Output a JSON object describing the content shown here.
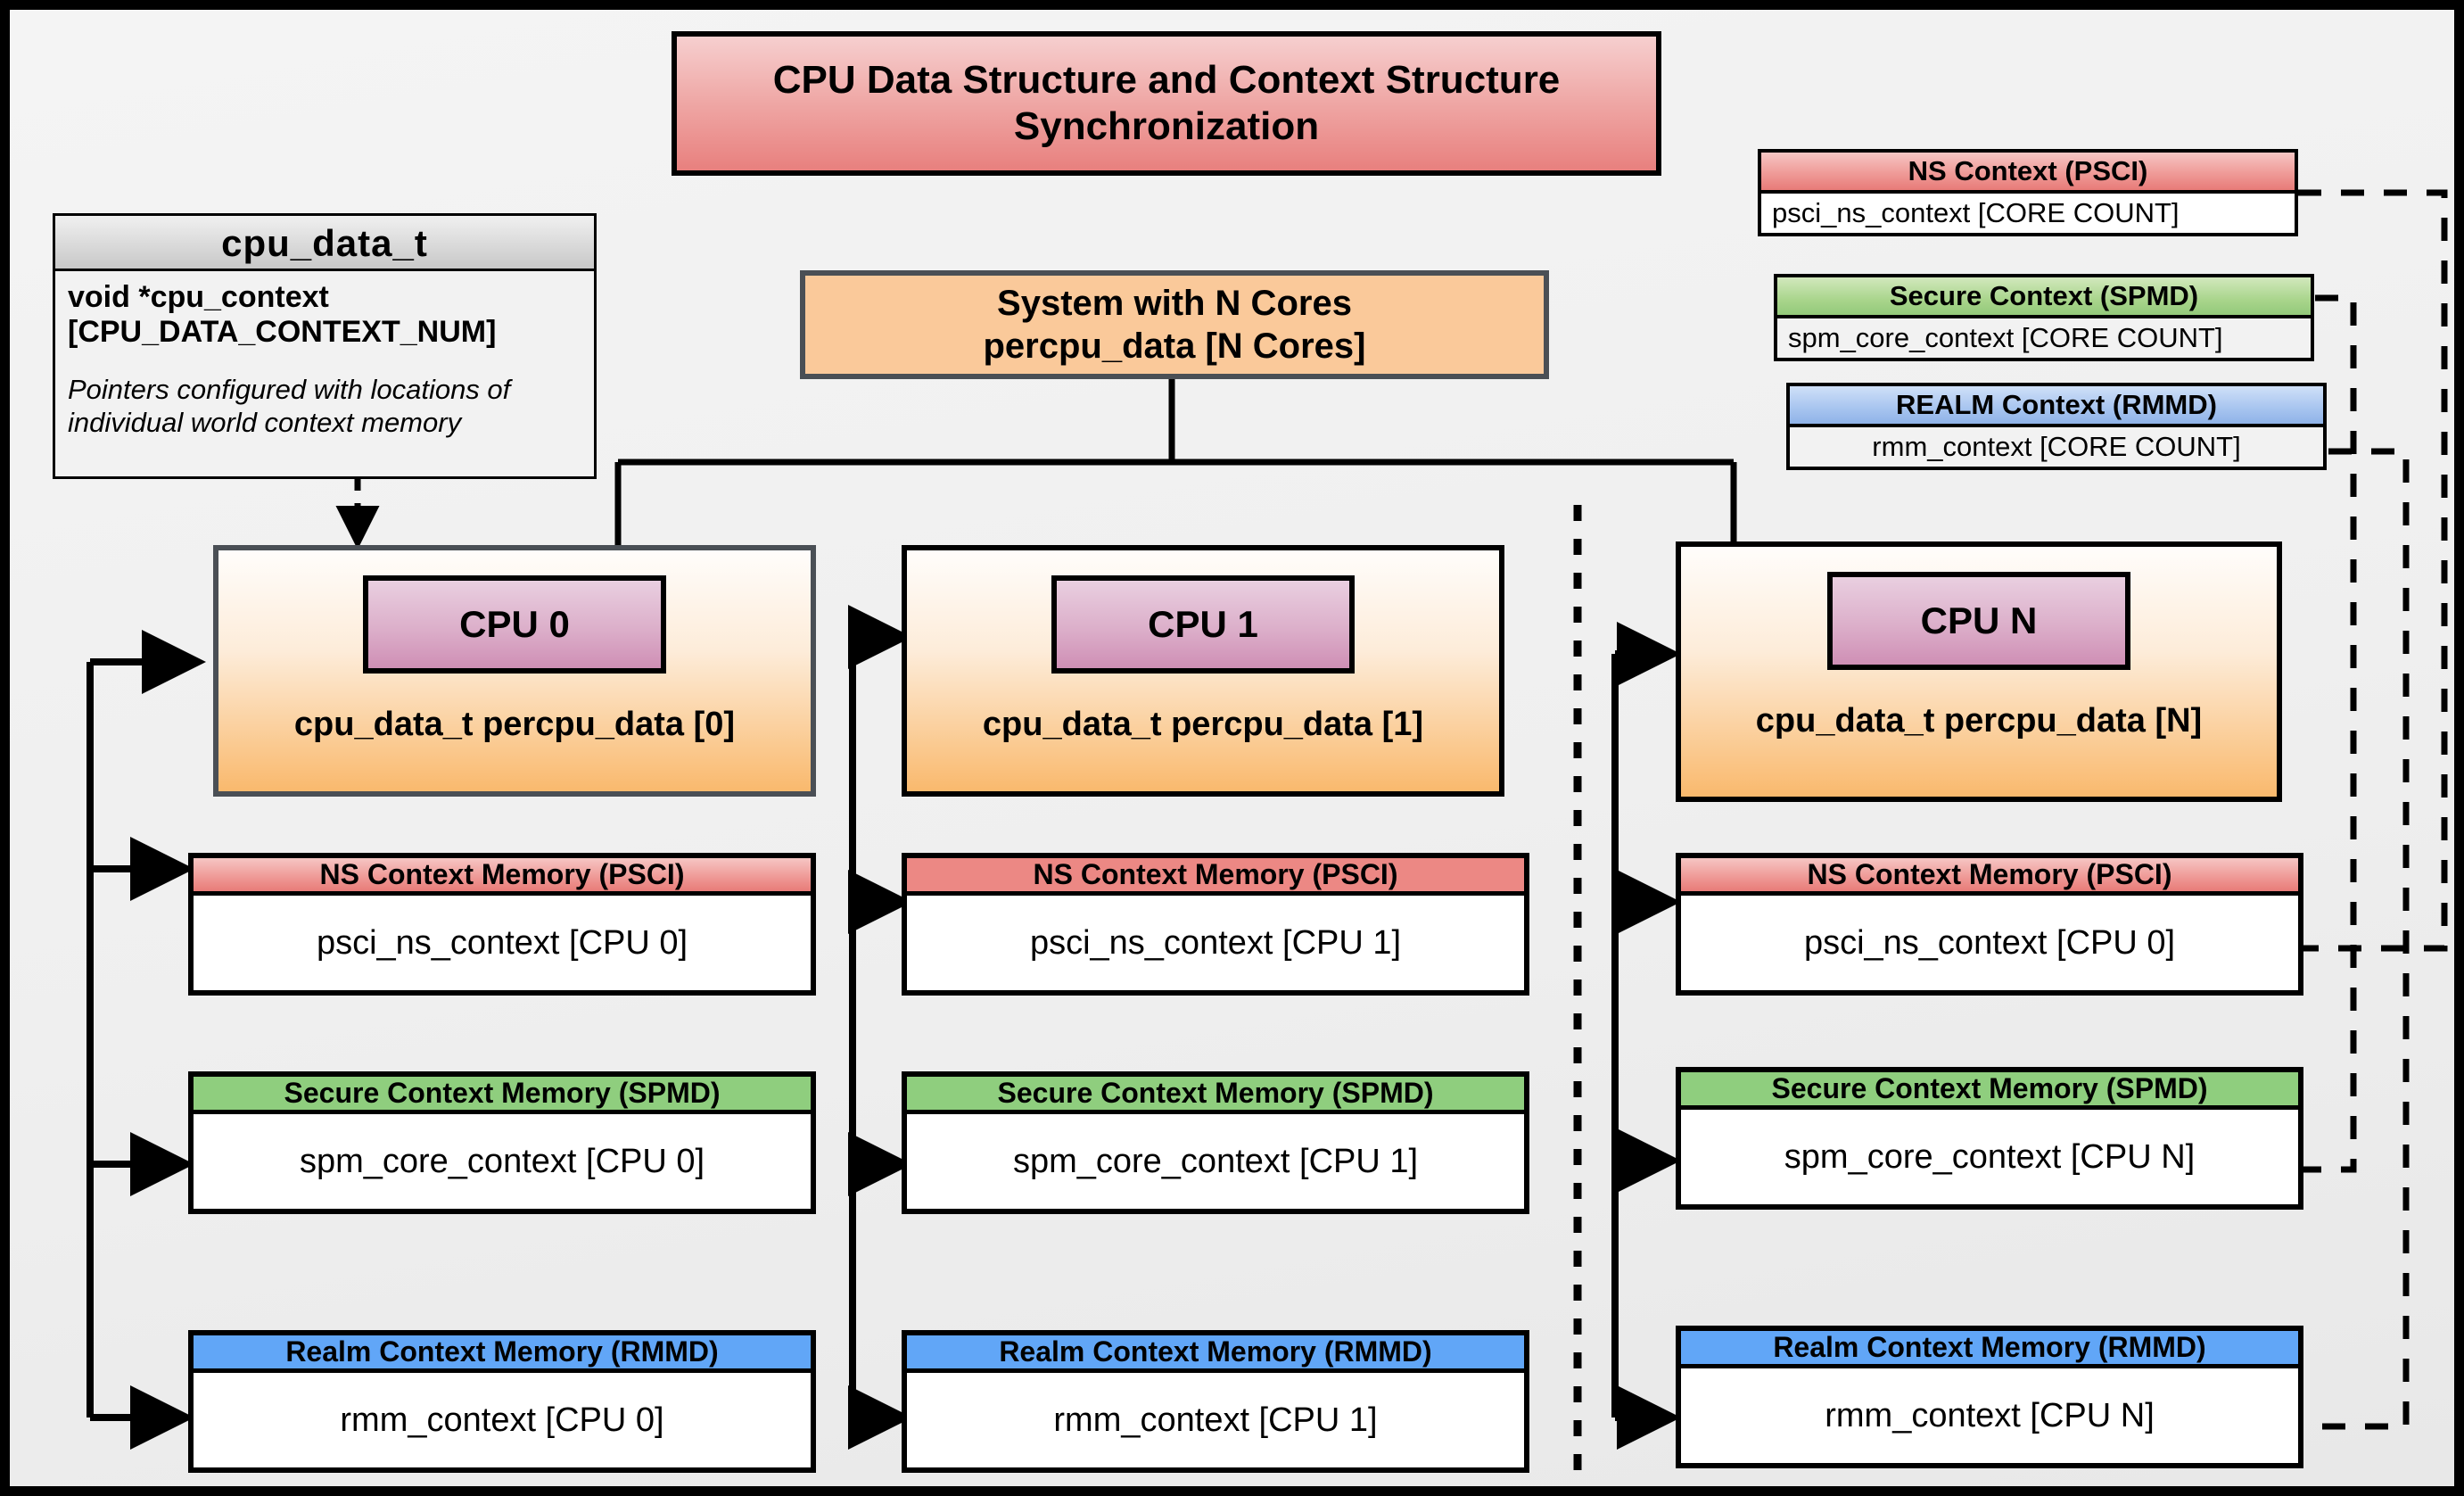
{
  "diagram": {
    "title": "CPU Data Structure and Context Structure Synchronization",
    "system_box": {
      "line1": "System with N Cores",
      "line2": "percpu_data [N Cores]"
    },
    "struct_card": {
      "header": "cpu_data_t",
      "field": "void  *cpu_context [CPU_DATA_CONTEXT_NUM]",
      "note": "Pointers configured with locations of individual world context memory"
    },
    "legend": [
      {
        "name": "ns-context",
        "header": "NS Context  (PSCI)",
        "body": "psci_ns_context [CORE COUNT]",
        "color": "#e87b78"
      },
      {
        "name": "secure-context",
        "header": "Secure Context (SPMD)",
        "body": "spm_core_context [CORE COUNT]",
        "color": "#93c97a"
      },
      {
        "name": "realm-context",
        "header": "REALM Context (RMMD)",
        "body": "rmm_context [CORE COUNT]",
        "color": "#8fb3e8"
      }
    ],
    "cpus": [
      {
        "name": "cpu-0",
        "chip": "CPU 0",
        "label": "cpu_data_t percpu_data [0]",
        "contexts": [
          {
            "name": "ns-context-memory",
            "header": "NS Context Memory (PSCI)",
            "body": "psci_ns_context [CPU 0]"
          },
          {
            "name": "secure-context-memory",
            "header": "Secure Context Memory (SPMD)",
            "body": "spm_core_context [CPU 0]"
          },
          {
            "name": "realm-context-memory",
            "header": "Realm Context Memory (RMMD)",
            "body": "rmm_context [CPU 0]"
          }
        ]
      },
      {
        "name": "cpu-1",
        "chip": "CPU 1",
        "label": "cpu_data_t percpu_data [1]",
        "contexts": [
          {
            "name": "ns-context-memory",
            "header": "NS Context Memory (PSCI)",
            "body": "psci_ns_context [CPU 1]"
          },
          {
            "name": "secure-context-memory",
            "header": "Secure Context Memory (SPMD)",
            "body": "spm_core_context [CPU 1]"
          },
          {
            "name": "realm-context-memory",
            "header": "Realm Context Memory (RMMD)",
            "body": "rmm_context [CPU 1]"
          }
        ]
      },
      {
        "name": "cpu-n",
        "chip": "CPU N",
        "label": "cpu_data_t percpu_data [N]",
        "contexts": [
          {
            "name": "ns-context-memory",
            "header": "NS Context Memory (PSCI)",
            "body": "psci_ns_context [CPU 0]"
          },
          {
            "name": "secure-context-memory",
            "header": "Secure Context Memory (SPMD)",
            "body": "spm_core_context [CPU N]"
          },
          {
            "name": "realm-context-memory",
            "header": "Realm Context Memory (RMMD)",
            "body": "rmm_context [CPU N]"
          }
        ]
      }
    ],
    "colors": {
      "ns": "#e87b78",
      "secure": "#93c97a",
      "realm": "#8fb3e8",
      "cpu_orange": "#f9b96d",
      "cpu_chip": "#cf8fb5",
      "background": "#efefef",
      "stroke": "#000000"
    }
  }
}
